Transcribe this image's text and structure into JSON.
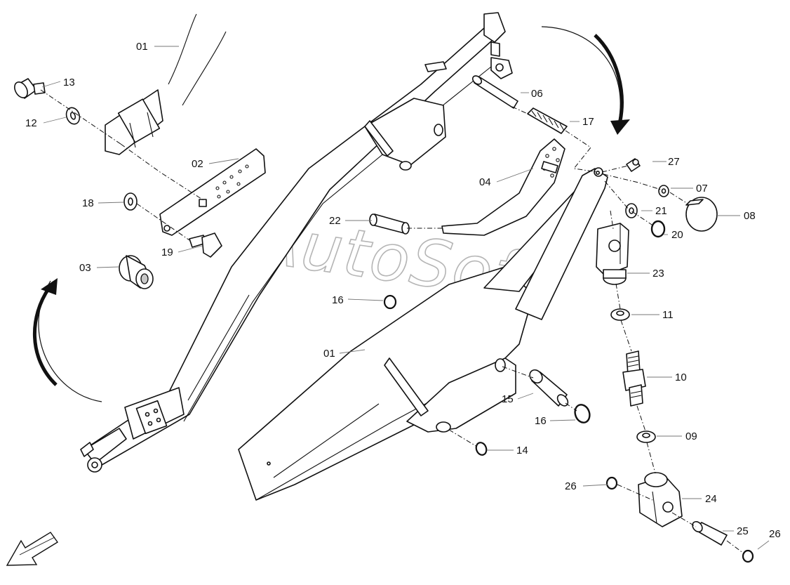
{
  "watermark": "AutoSoft",
  "callouts": {
    "c01a": "01",
    "c01b": "01",
    "c02": "02",
    "c03": "03",
    "c04": "04",
    "c06": "06",
    "c07": "07",
    "c08": "08",
    "c09": "09",
    "c10": "10",
    "c11": "11",
    "c12": "12",
    "c13": "13",
    "c14": "14",
    "c15": "15",
    "c16a": "16",
    "c16b": "16",
    "c17": "17",
    "c18": "18",
    "c19": "19",
    "c20": "20",
    "c21": "21",
    "c22": "22",
    "c23": "23",
    "c24": "24",
    "c25": "25",
    "c26a": "26",
    "c26b": "26",
    "c27": "27"
  }
}
